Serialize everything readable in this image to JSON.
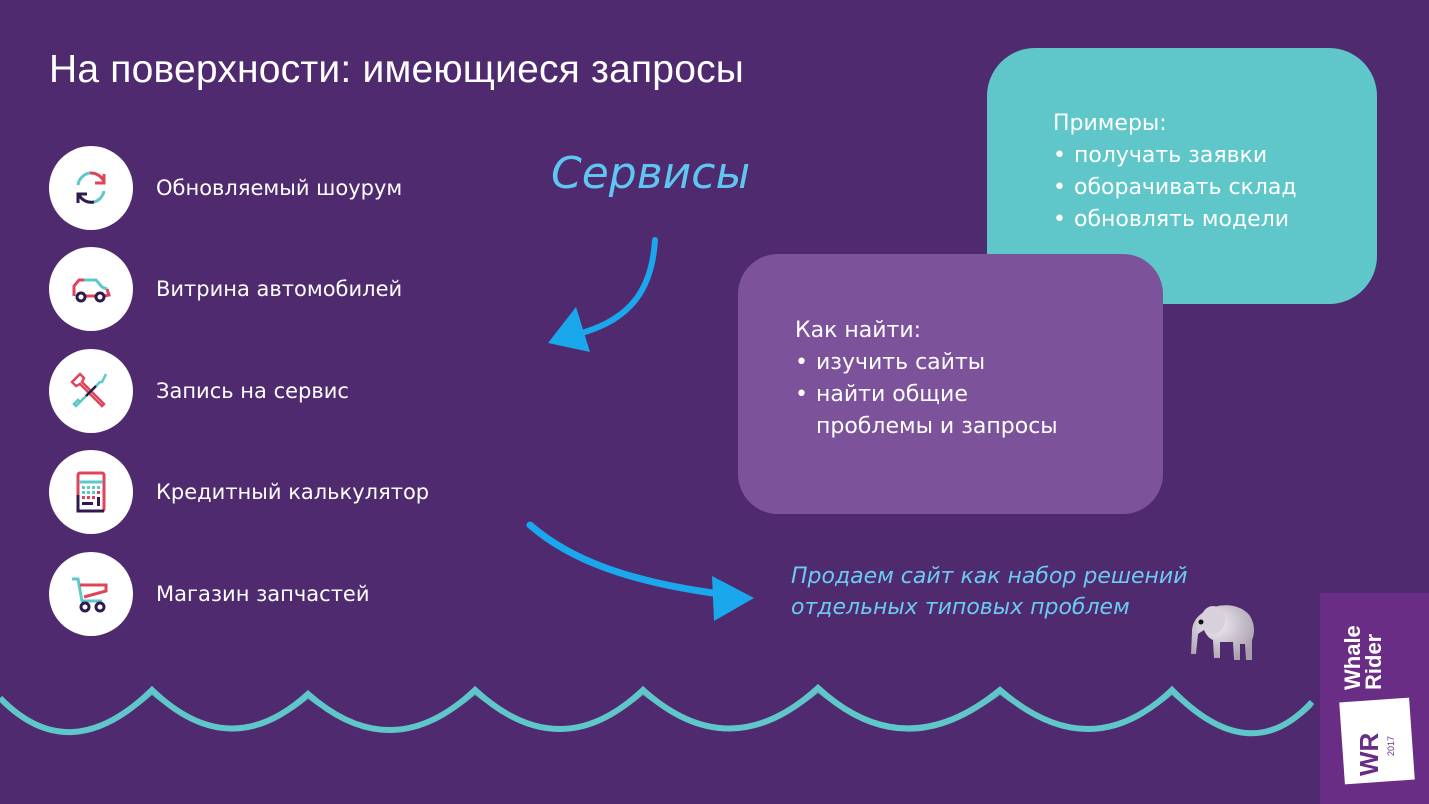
{
  "slide": {
    "title": "На поверхности: имеющиеся запросы",
    "background_color": "#4f2a6e"
  },
  "features": [
    {
      "label": "Обновляемый шоурум",
      "icon": "refresh-icon"
    },
    {
      "label": "Витрина автомобилей",
      "icon": "car-icon"
    },
    {
      "label": "Запись на сервис",
      "icon": "wrench-screwdriver-icon"
    },
    {
      "label": "Кредитный калькулятор",
      "icon": "calculator-icon"
    },
    {
      "label": "Магазин запчастей",
      "icon": "shopping-cart-icon"
    }
  ],
  "services_heading": "Сервисы",
  "examples_card": {
    "title": "Примеры:",
    "bullet": "•",
    "items": [
      "получать заявки",
      "оборачивать склад",
      "обновлять модели"
    ],
    "color": "#5fc7c9"
  },
  "howto_card": {
    "title": "Как найти:",
    "bullet": "•",
    "items": [
      "изучить сайты",
      "найти общие\nпроблемы и запросы"
    ],
    "color": "#7c529b"
  },
  "conclusion": {
    "line1": "Продаем сайт как набор решений",
    "line2": "отдельных типовых проблем",
    "icon": "elephant-icon"
  },
  "brand": {
    "name_line1": "Whale",
    "name_line2": "Rider",
    "badge": "WR",
    "year": "2017"
  },
  "colors": {
    "accent_teal": "#5fc7c9",
    "accent_blue": "#5ec6f0",
    "arrow_blue": "#1aa7ec",
    "icon_red": "#e0445a",
    "icon_teal": "#5fc7c9",
    "icon_dark": "#2d1b4e"
  }
}
